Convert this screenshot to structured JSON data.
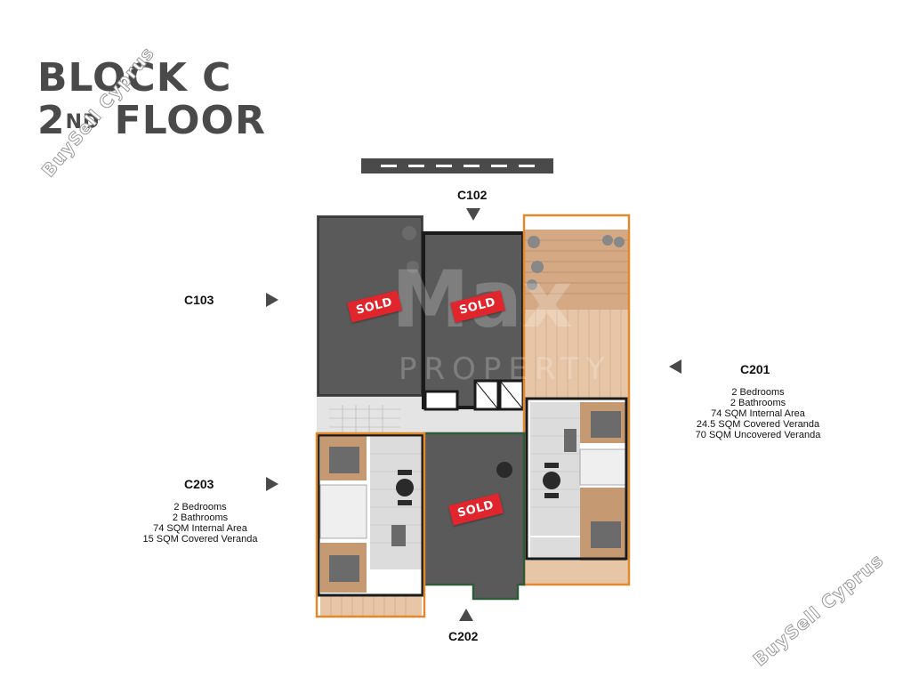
{
  "title": {
    "line1": "BLOCK C",
    "line2_prefix": "2",
    "line2_sup": "ND",
    "line2_suffix": " FLOOR"
  },
  "units": {
    "c102": {
      "name": "C102"
    },
    "c103": {
      "name": "C103"
    },
    "c201": {
      "name": "C201",
      "details": [
        "2 Bedrooms",
        "2 Bathrooms",
        "74 SQM Internal Area",
        "24.5 SQM Covered Veranda",
        "70 SQM Uncovered Veranda"
      ]
    },
    "c202": {
      "name": "C202"
    },
    "c203": {
      "name": "C203",
      "details": [
        "2 Bedrooms",
        "2 Bathrooms",
        "74 SQM Internal Area",
        "15 SQM Covered Veranda"
      ]
    }
  },
  "sold_label": "SOLD",
  "watermark": {
    "text": "BuySell Cyprus",
    "brand_main": "Max",
    "brand_sub": "PROPERTY"
  },
  "colors": {
    "title": "#4a4a4a",
    "sold": "#e0262c",
    "c201_outline": "#e0892e",
    "c203_outline": "#e0892e",
    "c202_outline": "#2f5a3a",
    "sold_overlay": "#5a5a5a",
    "floor_tile": "#d9d9d9",
    "wood": "#c8a27a"
  }
}
